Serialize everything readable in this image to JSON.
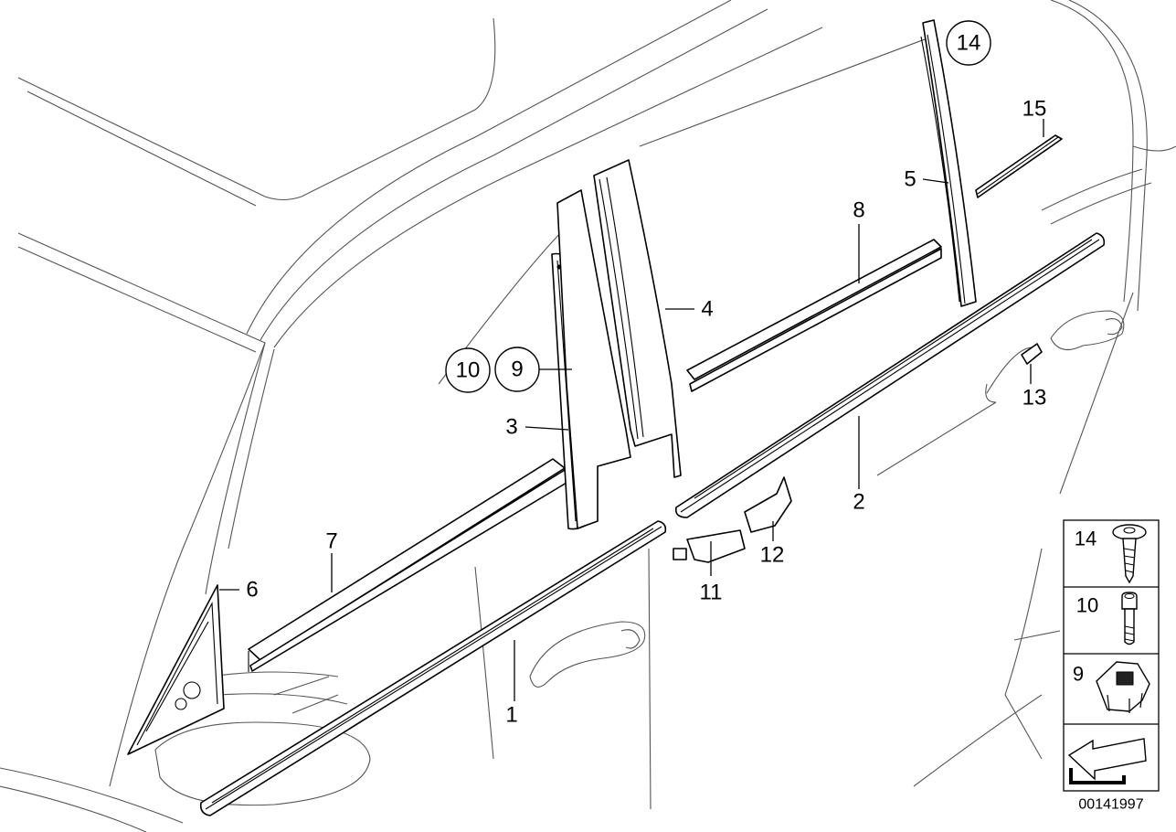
{
  "callouts": {
    "c1": "1",
    "c2": "2",
    "c3": "3",
    "c4": "4",
    "c5": "5",
    "c6": "6",
    "c7": "7",
    "c8": "8",
    "c9": "9",
    "c10": "10",
    "c11": "11",
    "c12": "12",
    "c13": "13",
    "c14": "14",
    "c15": "15"
  },
  "legend": {
    "items": [
      "14",
      "10",
      "9"
    ]
  },
  "drawing_code": "00141997",
  "icons": [
    "screw-icon",
    "bolt-icon",
    "clip-nut-icon",
    "direction-arrow-icon"
  ]
}
